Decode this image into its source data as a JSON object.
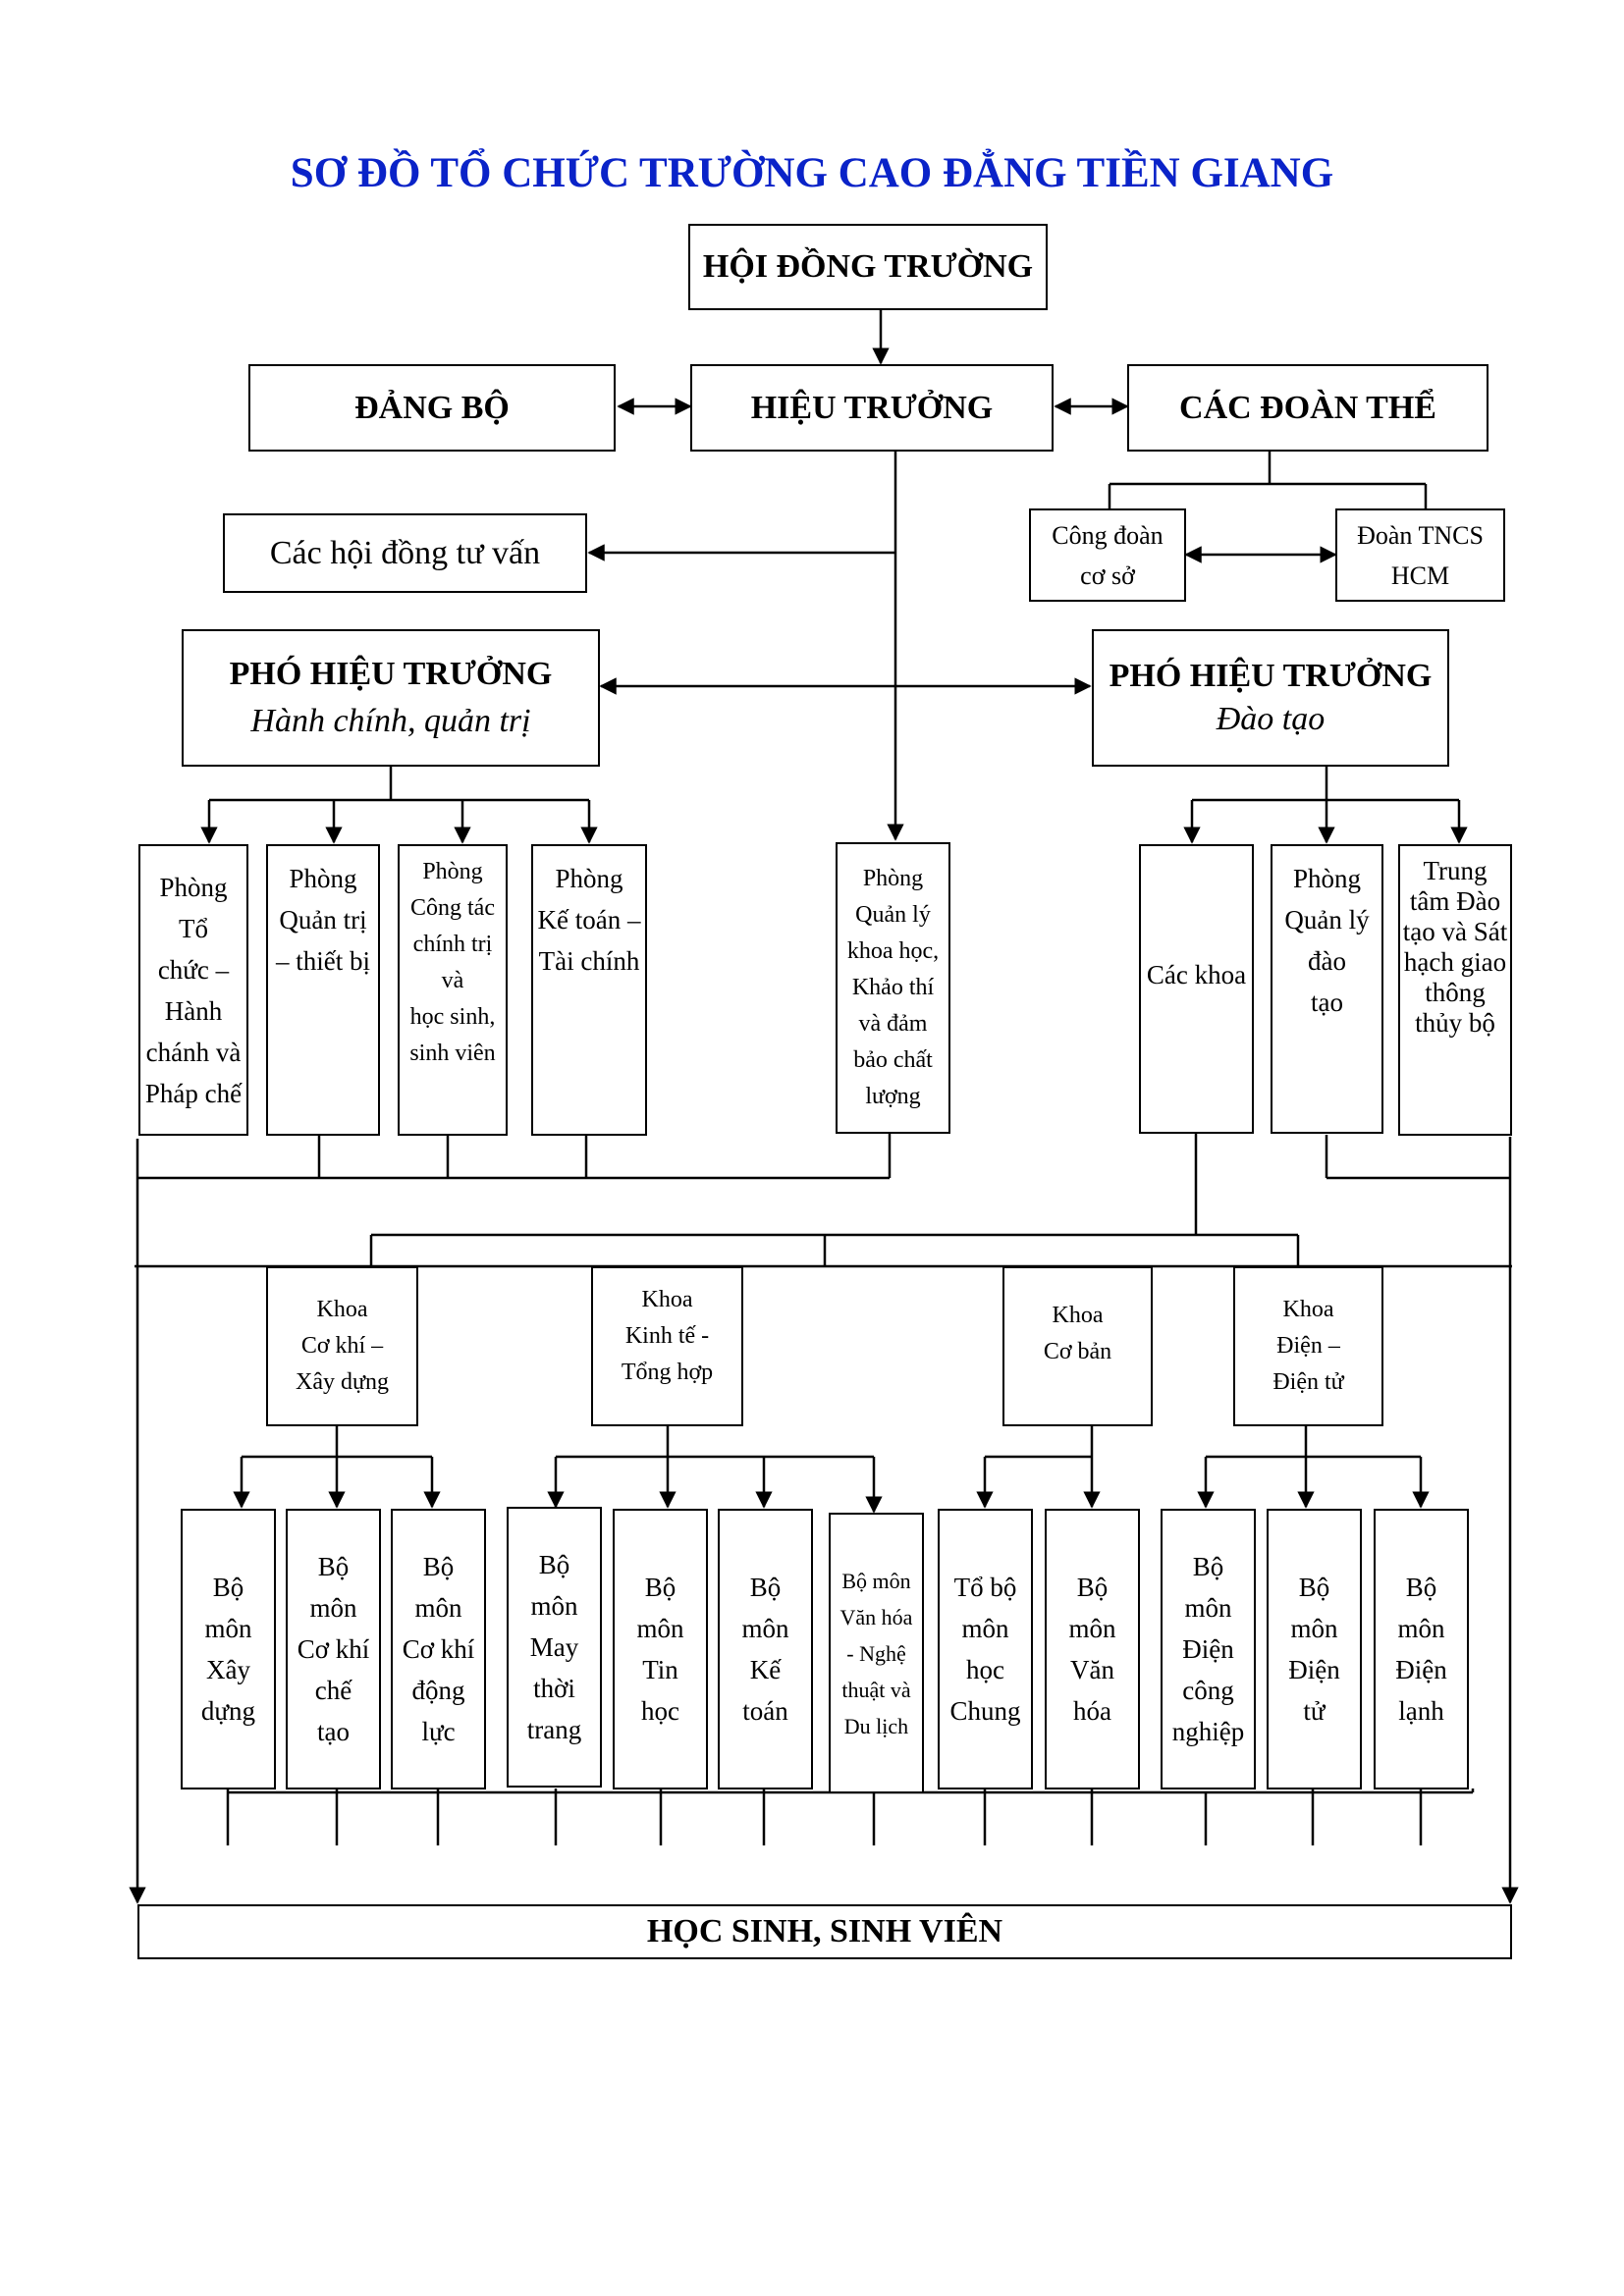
{
  "title": "SƠ ĐỒ TỔ CHỨC TRƯỜNG CAO ĐẲNG TIỀN GIANG",
  "top": {
    "council": "HỘI ĐỒNG TRƯỜNG",
    "party": "ĐẢNG BỘ",
    "principal": "HIỆU TRƯỞNG",
    "unions": "CÁC ĐOÀN THỂ",
    "union_base": [
      "Công đoàn",
      "cơ sở"
    ],
    "youth_union": [
      "Đoàn TNCS",
      "HCM"
    ],
    "advisory": "Các hội đồng tư vấn"
  },
  "vice_admin": {
    "title": "PHÓ HIỆU TRƯỞNG",
    "subtitle": "Hành chính, quản trị"
  },
  "vice_training": {
    "title": "PHÓ HIỆU TRƯỞNG",
    "subtitle": "Đào tạo"
  },
  "offices": {
    "personnel": [
      "Phòng",
      "Tổ",
      "chức –",
      "Hành",
      "chánh và",
      "Pháp chế"
    ],
    "facilities": [
      "Phòng",
      "Quản trị",
      "– thiết bị"
    ],
    "student_affairs": [
      "Phòng",
      "Công tác",
      "chính trị",
      "và",
      "học sinh,",
      "sinh viên"
    ],
    "finance": [
      "Phòng",
      "Kế toán –",
      "Tài chính"
    ],
    "research_quality": [
      "Phòng",
      "Quản lý",
      "khoa học,",
      "Khảo thí",
      "và đảm",
      "bảo chất",
      "lượng"
    ],
    "faculties": "Các khoa",
    "training_mgmt": [
      "Phòng",
      "Quản lý",
      "đào",
      "tạo"
    ],
    "driving_center": [
      "Trung",
      "tâm Đào",
      "tạo và Sát",
      "hạch giao",
      "thông",
      "thủy bộ"
    ]
  },
  "faculties": {
    "mech": [
      "Khoa",
      "Cơ khí –",
      "Xây dựng"
    ],
    "econ": [
      "Khoa",
      "Kinh tế -",
      "Tổng hợp"
    ],
    "basic": [
      "Khoa",
      "Cơ bản"
    ],
    "elec": [
      "Khoa",
      "Điện –",
      "Điện tử"
    ]
  },
  "departments": {
    "construction": [
      "Bộ",
      "môn",
      "Xây",
      "dựng"
    ],
    "mech_manufacturing": [
      "Bộ",
      "môn",
      "Cơ khí",
      "chế",
      "tạo"
    ],
    "mech_power": [
      "Bộ",
      "môn",
      "Cơ khí",
      "động",
      "lực"
    ],
    "fashion": [
      "Bộ",
      "môn",
      "May",
      "thời",
      "trang"
    ],
    "it": [
      "Bộ",
      "môn",
      "Tin",
      "học"
    ],
    "accounting": [
      "Bộ",
      "môn",
      "Kế",
      "toán"
    ],
    "culture_arts": [
      "Bộ môn",
      "Văn hóa",
      "- Nghệ",
      "thuật và",
      "Du lịch"
    ],
    "general": [
      "Tổ bộ",
      "môn",
      "học",
      "Chung"
    ],
    "literature": [
      "Bộ",
      "môn",
      "Văn",
      "hóa"
    ],
    "ind_electric": [
      "Bộ",
      "môn",
      "Điện",
      "công",
      "nghiệp"
    ],
    "electronics": [
      "Bộ",
      "môn",
      "Điện",
      "tử"
    ],
    "refrigeration": [
      "Bộ",
      "môn",
      "Điện",
      "lạnh"
    ]
  },
  "students": "HỌC SINH, SINH VIÊN"
}
